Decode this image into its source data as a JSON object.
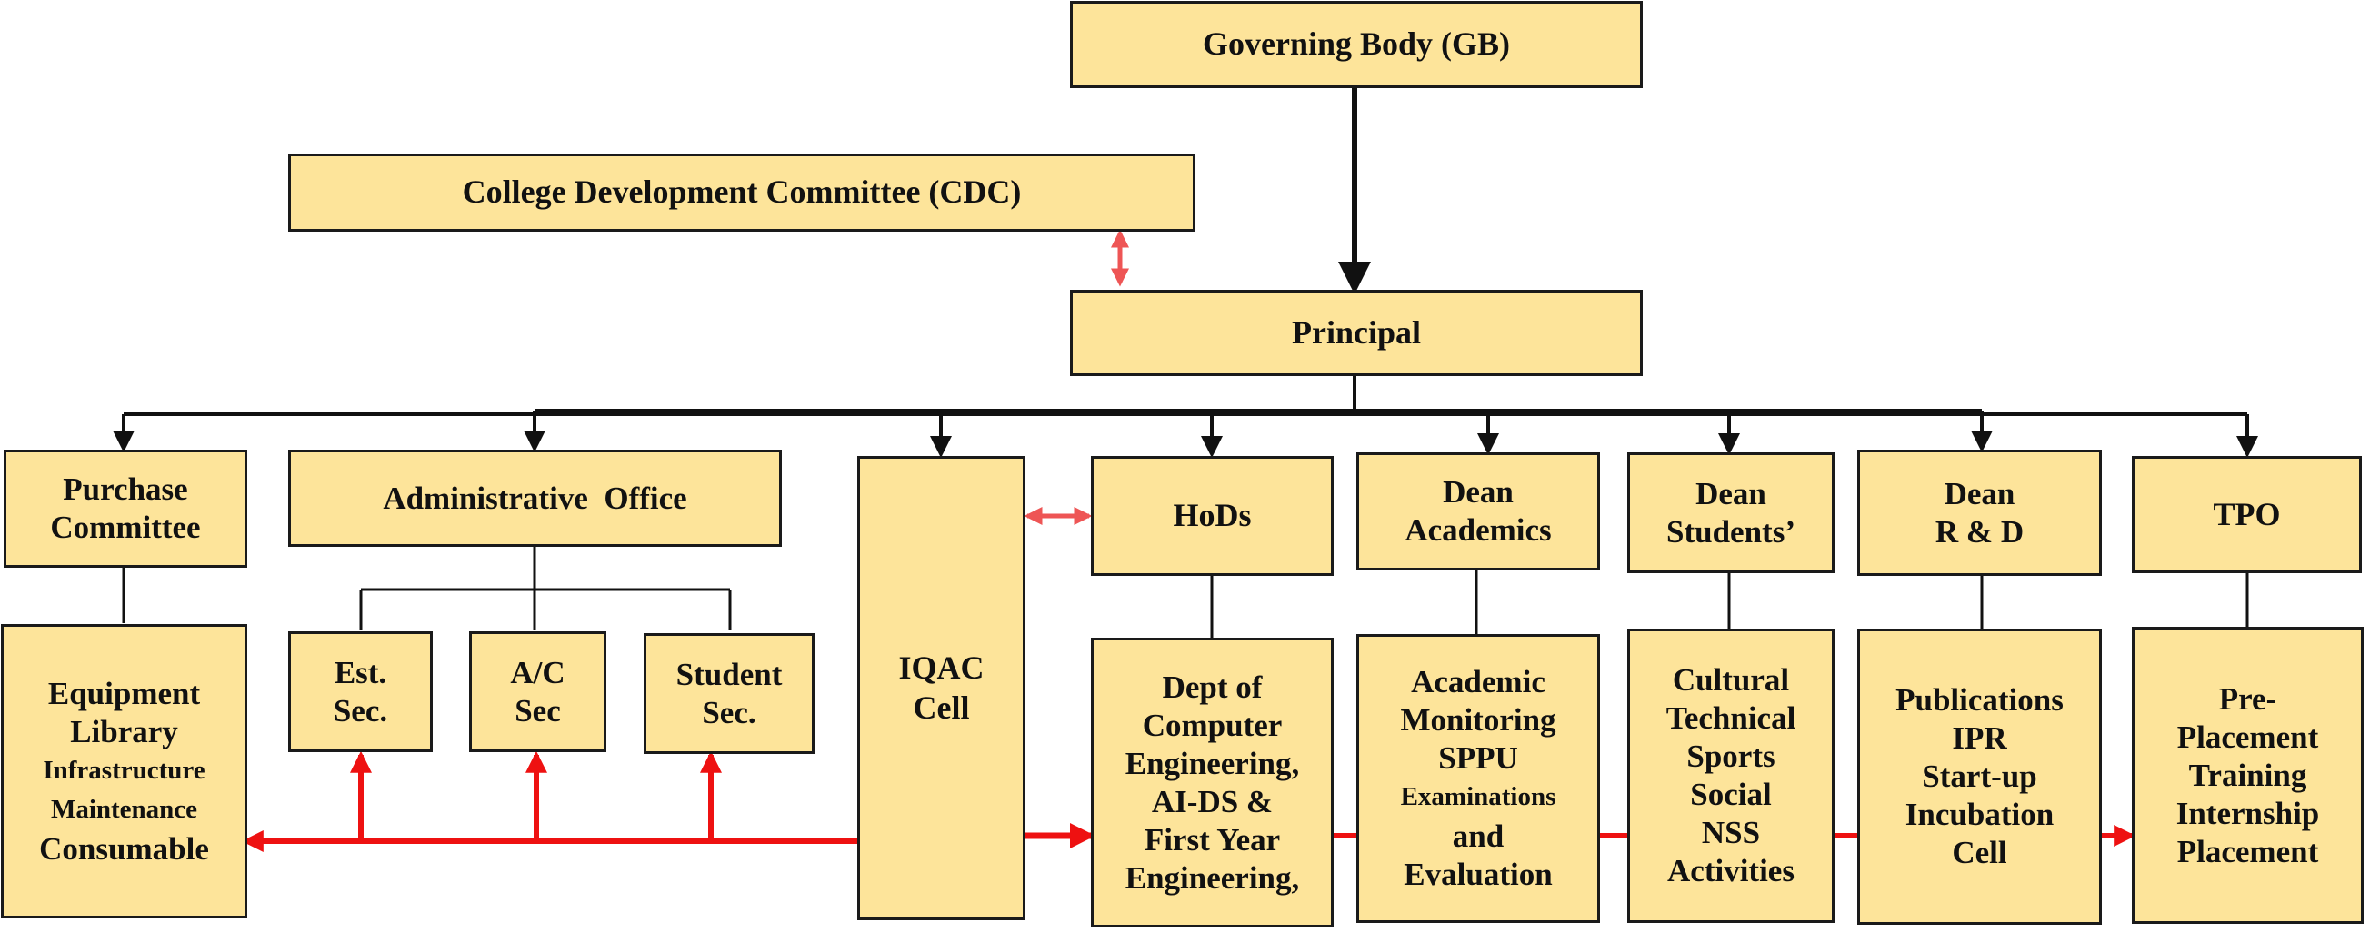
{
  "colors": {
    "box_fill": "#fde49a",
    "box_border": "#1a1a1a",
    "connector": "#111111",
    "flow_arrow": "#ee1111",
    "link_arrow": "#ee5555"
  },
  "governing_body": "Governing Body (GB)",
  "cdc": "College Development Committee (CDC)",
  "principal": "Principal",
  "purchase_committee": [
    "Purchase",
    "Committee"
  ],
  "administrative_office": "Administrative  Office",
  "iqac_cell": [
    "IQAC",
    "Cell"
  ],
  "hods": "HoDs",
  "dean_academics": [
    "Dean",
    "Academics"
  ],
  "dean_students": [
    "Dean",
    "Students’"
  ],
  "dean_rd": [
    "Dean",
    "R & D"
  ],
  "tpo": "TPO",
  "est_sec": [
    "Est.",
    "Sec."
  ],
  "ac_sec": [
    "A/C",
    "Sec"
  ],
  "student_sec": [
    "Student",
    "Sec."
  ],
  "purchase_items": [
    "Equipment",
    "Library",
    "Infrastructure",
    "Maintenance",
    "Consumable"
  ],
  "departments": [
    "Dept of",
    "Computer",
    "Engineering,",
    "AI-DS &",
    "First Year",
    "Engineering,"
  ],
  "academics_items": [
    "Academic",
    "Monitoring",
    "SPPU",
    "Examinations",
    "and",
    "Evaluation"
  ],
  "student_activities": [
    "Cultural",
    "Technical",
    "Sports",
    "Social",
    "NSS",
    "Activities"
  ],
  "rd_items": [
    "Publications",
    "IPR",
    "Start-up",
    "Incubation",
    "Cell"
  ],
  "tpo_items": [
    "Pre-",
    "Placement",
    "Training",
    "Internship",
    "Placement"
  ]
}
